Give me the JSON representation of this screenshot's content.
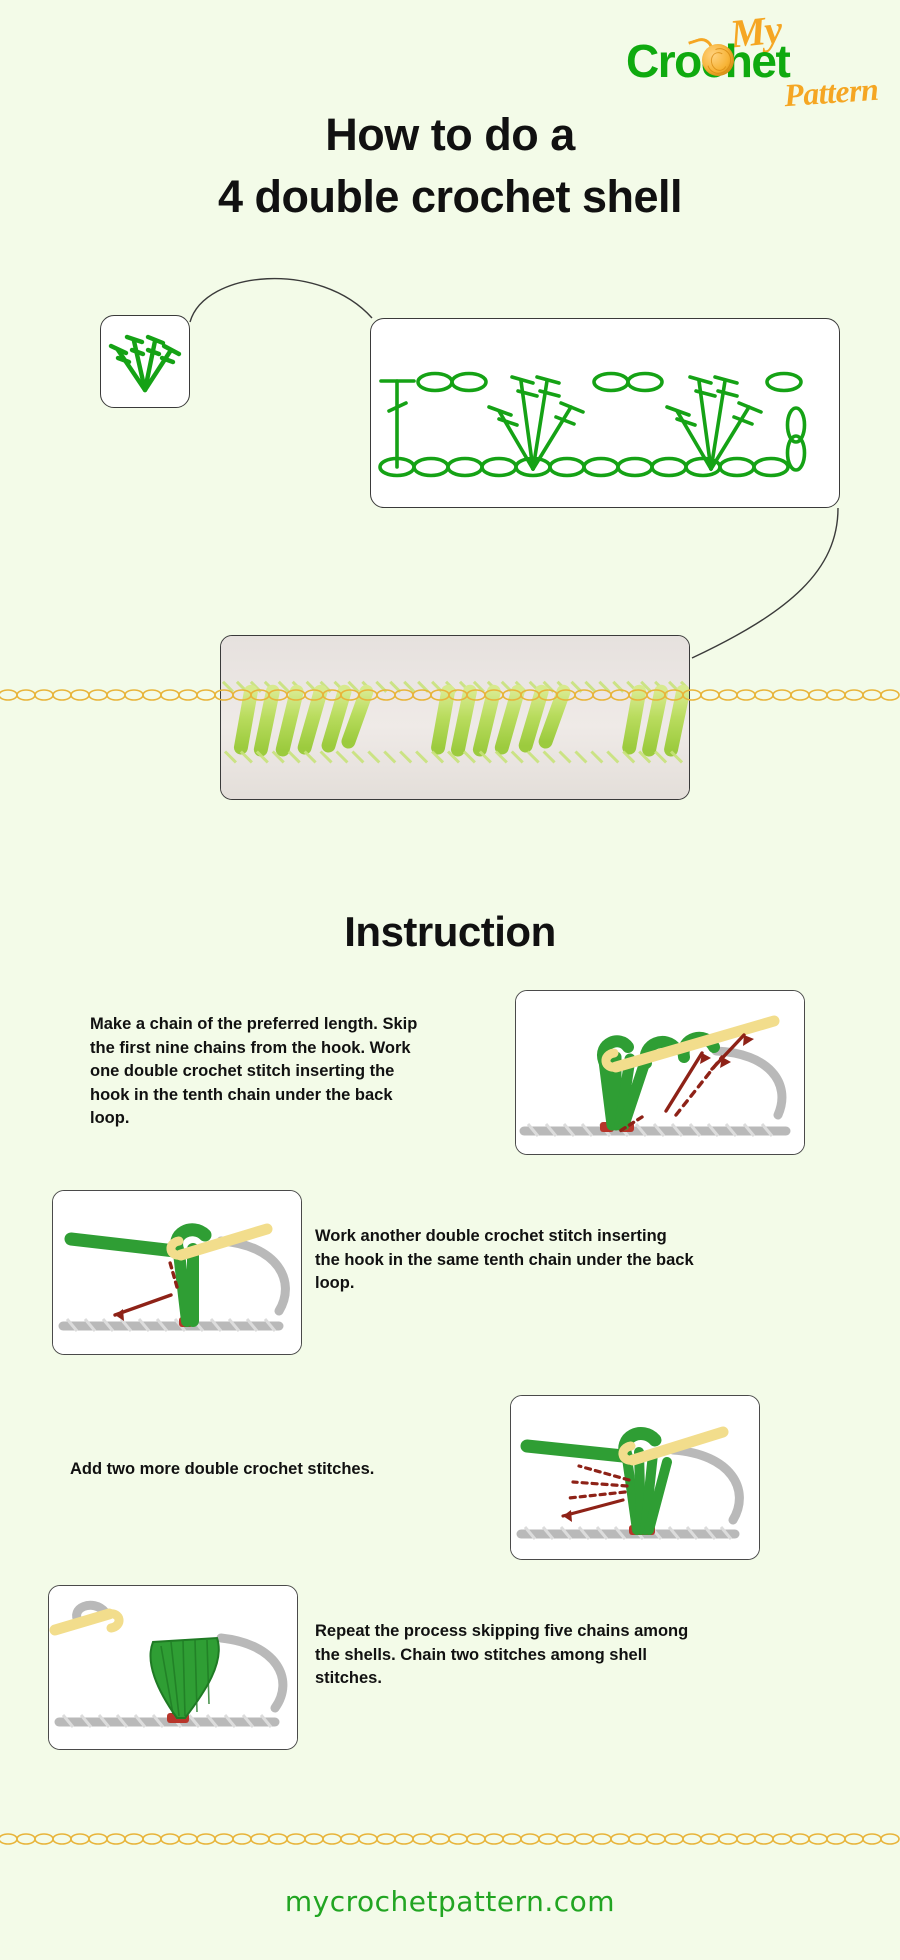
{
  "brand": {
    "logo_my": "My",
    "logo_crochet": "Crochet",
    "logo_pattern": "Pattern",
    "green": "#0faa0f",
    "orange": "#f5a623"
  },
  "header": {
    "title_line1": "How to do a",
    "title_line2": "4 double crochet shell"
  },
  "diagram": {
    "symbol_caption": "4-double-crochet shell symbol",
    "chart_caption": "Crochet stitch chart: chain base row with 4-dc shells separated by chain-2 spaces"
  },
  "photo": {
    "caption": "Finished 4 double crochet shell swatch in light green yarn"
  },
  "instruction": {
    "heading": "Instruction",
    "steps": [
      {
        "id": "step-1",
        "text": "Make a chain of the preferred length. Skip the first nine chains from the hook. Work one double crochet stitch inserting the hook in the tenth chain under the back loop.",
        "image_position": "right",
        "image_caption": "Hook inserted into tenth chain, first double crochet with arrows"
      },
      {
        "id": "step-2",
        "text": "Work another double crochet stitch inserting the hook in the same tenth chain under the back loop.",
        "image_position": "left",
        "image_caption": "Second double crochet worked in the same chain"
      },
      {
        "id": "step-3",
        "text": "Add two more double crochet stitches.",
        "image_position": "right",
        "image_caption": "Four double crochet stitches forming the shell"
      },
      {
        "id": "step-4",
        "text": "Repeat the process skipping five chains among the shells. Chain two stitches among shell stitches.",
        "image_position": "left",
        "image_caption": "Completed shell with hook and chain two"
      }
    ]
  },
  "footer": {
    "website": "mycrochetpattern.com"
  },
  "colors": {
    "background": "#f3fbe8",
    "title_text": "#111111",
    "chain_divider": "#e8b43a",
    "stitch_green": "#15a215",
    "yarn_green": "#8cc63f",
    "hook_yellow": "#f7e18a",
    "arrow_red": "#8e2217"
  }
}
